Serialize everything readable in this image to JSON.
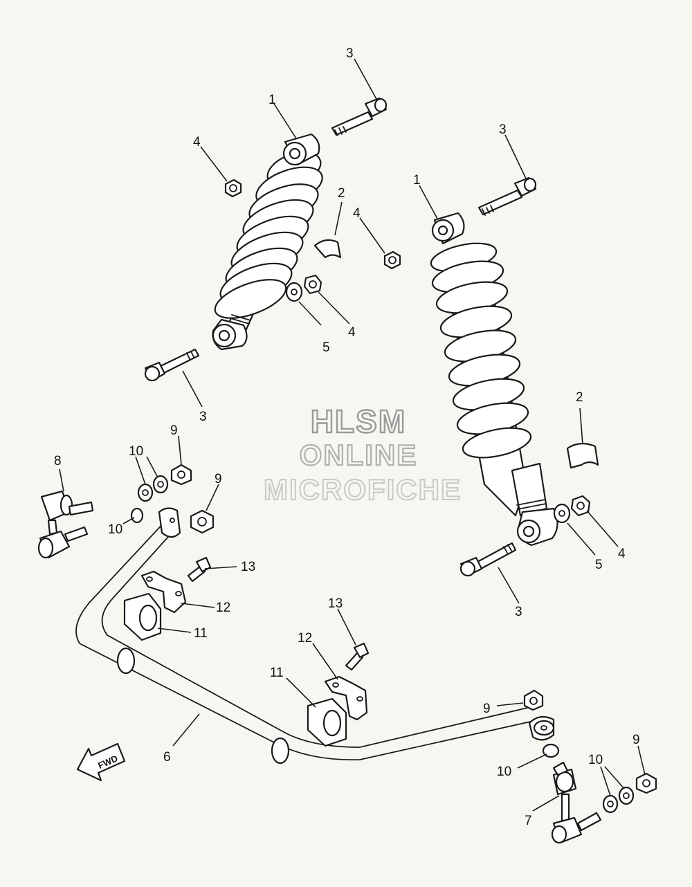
{
  "watermark": {
    "line1": "HLSM",
    "line2": "ONLINE",
    "line3": "MICROFICHE"
  },
  "fwd_label": "FWD",
  "callouts": {
    "c1a": "1",
    "c1b": "1",
    "c2a": "2",
    "c2b": "2",
    "c3a": "3",
    "c3b": "3",
    "c3c": "3",
    "c3d": "3",
    "c4a": "4",
    "c4b": "4",
    "c4c": "4",
    "c4d": "4",
    "c5a": "5",
    "c5b": "5",
    "c6": "6",
    "c7": "7",
    "c8": "8",
    "c9a": "9",
    "c9b": "9",
    "c9c": "9",
    "c9d": "9",
    "c10a": "10",
    "c10b": "10",
    "c10c": "10",
    "c10d": "10",
    "c11a": "11",
    "c11b": "11",
    "c12a": "12",
    "c12b": "12",
    "c13a": "13",
    "c13b": "13"
  }
}
